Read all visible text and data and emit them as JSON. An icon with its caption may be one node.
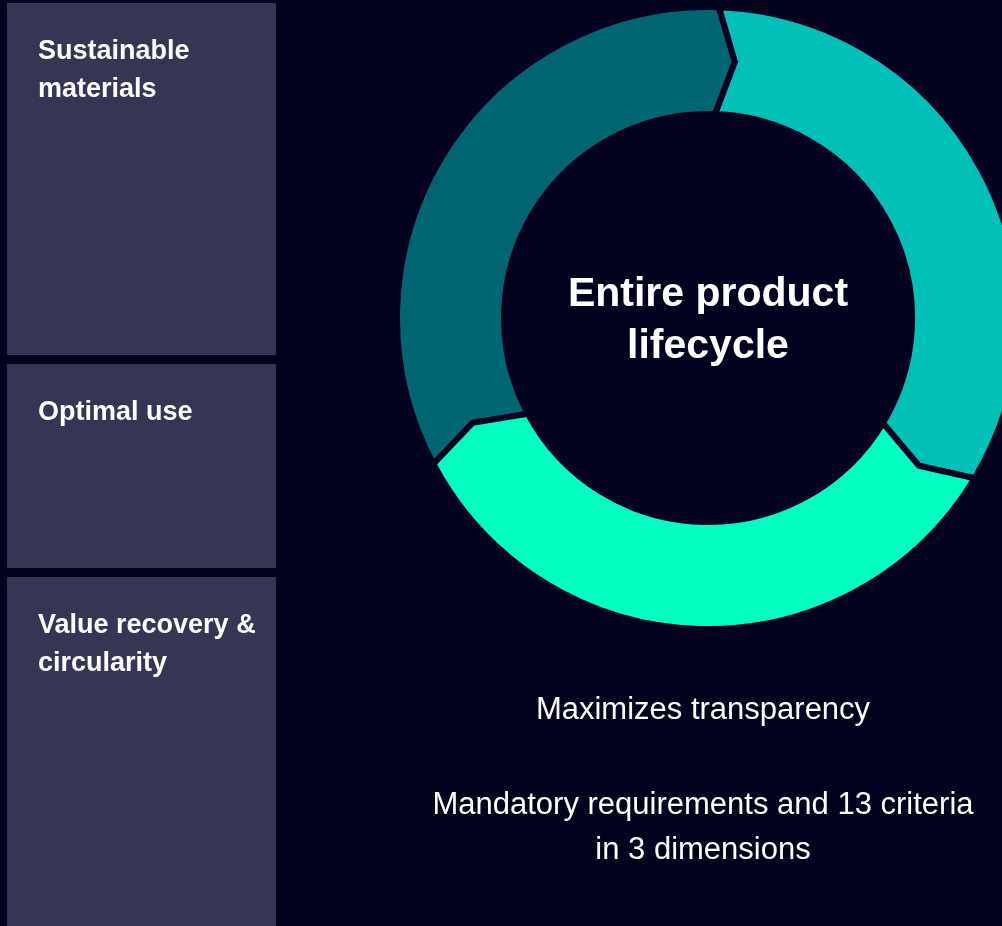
{
  "diagram": {
    "nodes": [
      {
        "text": [
          "Sustainable materials"
        ]
      },
      {
        "text": [
          "Optimal use"
        ]
      },
      {
        "text": [
          "Value recovery & circularity"
        ]
      },
      {
        "text": [
          "Entire product lifecycle"
        ]
      }
    ],
    "labels": [
      "Maximizes transparency",
      "Mandatory requirements and 13 criteria in 3 dimensions"
    ]
  }
}
